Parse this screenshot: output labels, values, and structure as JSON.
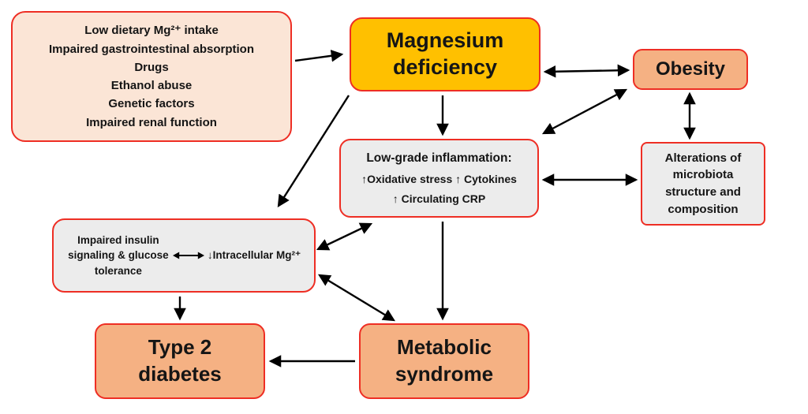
{
  "colors": {
    "border": "#ee2e24",
    "peach": "#fbe5d6",
    "gold": "#ffc000",
    "orange": "#f5b183",
    "gray": "#ececec",
    "arrow": "#000000"
  },
  "boxes": {
    "causes": {
      "lines": [
        "Low dietary Mg²⁺ intake",
        "Impaired gastrointestinal absorption",
        "Drugs",
        "Ethanol abuse",
        "Genetic factors",
        "Impaired renal function"
      ]
    },
    "magnesium_deficiency": {
      "label": "Magnesium deficiency"
    },
    "obesity": {
      "label": "Obesity"
    },
    "inflammation": {
      "title": "Low-grade inflammation:",
      "line2": "↑Oxidative stress ↑ Cytokines",
      "line3": "↑ Circulating CRP"
    },
    "microbiota": {
      "label": "Alterations of microbiota structure and composition"
    },
    "insulin": {
      "left": "Impaired insulin signaling & glucose tolerance",
      "right": "↓Intracellular Mg²⁺"
    },
    "type2_diabetes": {
      "label": "Type 2 diabetes"
    },
    "metabolic_syndrome": {
      "label": "Metabolic syndrome"
    }
  }
}
